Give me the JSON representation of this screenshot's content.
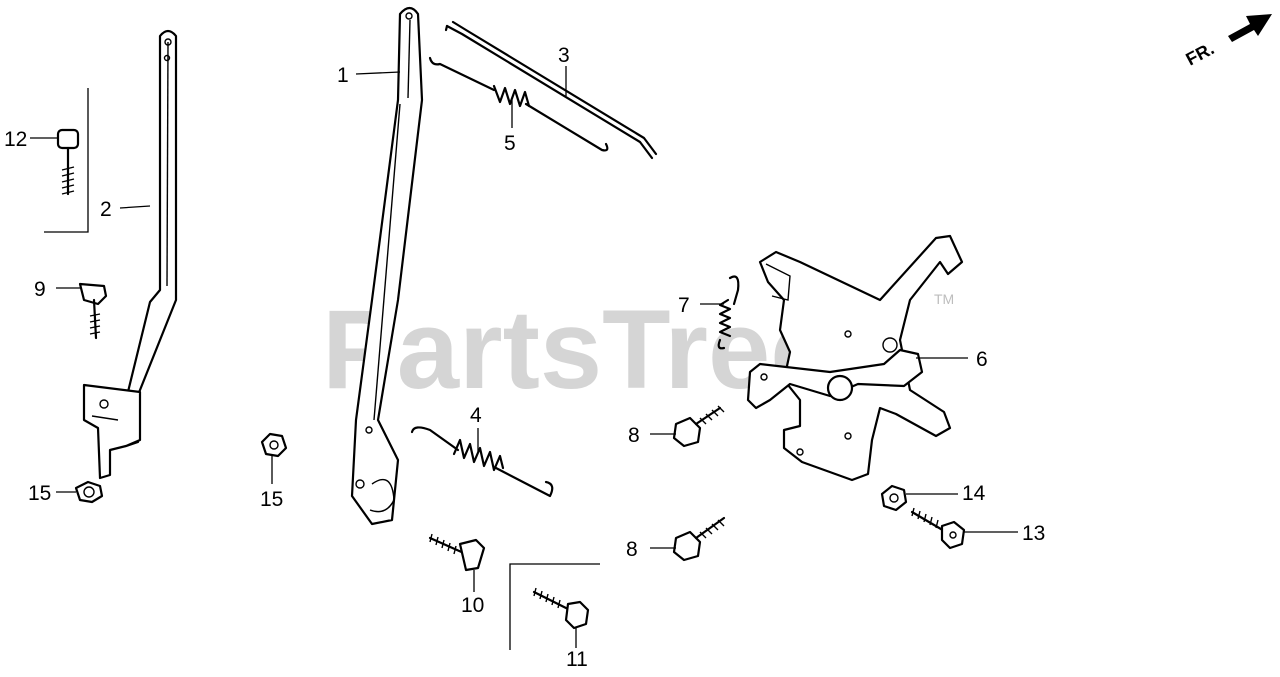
{
  "watermark": {
    "text": "PartsTree",
    "trademark": "TM"
  },
  "direction_indicator": {
    "label": "FR."
  },
  "callouts": {
    "c1": "1",
    "c2": "2",
    "c3": "3",
    "c4": "4",
    "c5": "5",
    "c6": "6",
    "c7": "7",
    "c8a": "8",
    "c8b": "8",
    "c9": "9",
    "c10": "10",
    "c11": "11",
    "c12": "12",
    "c13": "13",
    "c14": "14",
    "c15a": "15",
    "c15b": "15"
  }
}
